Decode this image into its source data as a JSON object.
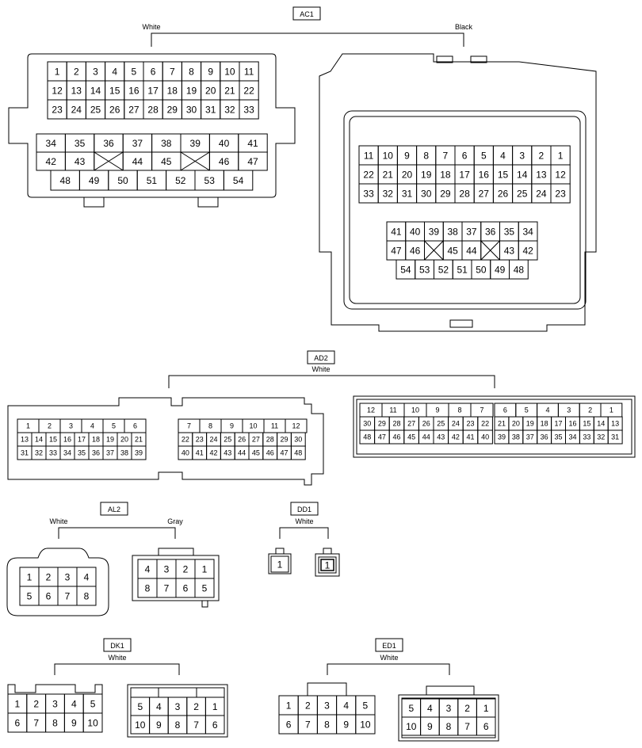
{
  "groups": {
    "ac1": {
      "title": "AC1",
      "left_color": "White",
      "right_color": "Black"
    },
    "ad2": {
      "title": "AD2",
      "color": "White"
    },
    "al2": {
      "title": "AL2",
      "left_color": "White",
      "right_color": "Gray"
    },
    "dd1": {
      "title": "DD1",
      "color": "White"
    },
    "dk1": {
      "title": "DK1",
      "color": "White"
    },
    "ed1": {
      "title": "ED1",
      "color": "White"
    }
  },
  "connectors": {
    "ac1_white": {
      "rows": [
        [
          "1",
          "2",
          "3",
          "4",
          "5",
          "6",
          "7",
          "8",
          "9",
          "10",
          "11"
        ],
        [
          "12",
          "13",
          "14",
          "15",
          "16",
          "17",
          "18",
          "19",
          "20",
          "21",
          "22"
        ],
        [
          "23",
          "24",
          "25",
          "26",
          "27",
          "28",
          "29",
          "30",
          "31",
          "32",
          "33"
        ],
        [
          "34",
          "35",
          "36",
          "37",
          "38",
          "39",
          "40",
          "41"
        ],
        [
          "42",
          "43",
          "X",
          "44",
          "45",
          "X",
          "46",
          "47"
        ],
        [
          "48",
          "49",
          "50",
          "51",
          "52",
          "53",
          "54"
        ]
      ]
    },
    "ac1_black": {
      "rows": [
        [
          "11",
          "10",
          "9",
          "8",
          "7",
          "6",
          "5",
          "4",
          "3",
          "2",
          "1"
        ],
        [
          "22",
          "21",
          "20",
          "19",
          "18",
          "17",
          "16",
          "15",
          "14",
          "13",
          "12"
        ],
        [
          "33",
          "32",
          "31",
          "30",
          "29",
          "28",
          "27",
          "26",
          "25",
          "24",
          "23"
        ],
        [
          "41",
          "40",
          "39",
          "38",
          "37",
          "36",
          "35",
          "34"
        ],
        [
          "47",
          "46",
          "X",
          "45",
          "44",
          "X",
          "43",
          "42"
        ],
        [
          "54",
          "53",
          "52",
          "51",
          "50",
          "49",
          "48"
        ]
      ]
    },
    "ad2_white_left": {
      "rows": [
        [
          "1",
          "2",
          "3",
          "4",
          "5",
          "6"
        ],
        [
          "13",
          "14",
          "15",
          "16",
          "17",
          "18",
          "19",
          "20",
          "21"
        ],
        [
          "31",
          "32",
          "33",
          "34",
          "35",
          "36",
          "37",
          "38",
          "39"
        ]
      ]
    },
    "ad2_white_mid": {
      "rows": [
        [
          "7",
          "8",
          "9",
          "10",
          "11",
          "12"
        ],
        [
          "22",
          "23",
          "24",
          "25",
          "26",
          "27",
          "28",
          "29",
          "30"
        ],
        [
          "40",
          "41",
          "42",
          "43",
          "44",
          "45",
          "46",
          "47",
          "48"
        ]
      ]
    },
    "ad2_black_left": {
      "rows": [
        [
          "12",
          "11",
          "10",
          "9",
          "8",
          "7"
        ],
        [
          "30",
          "29",
          "28",
          "27",
          "26",
          "25",
          "24",
          "23",
          "22"
        ],
        [
          "48",
          "47",
          "46",
          "45",
          "44",
          "43",
          "42",
          "41",
          "40"
        ]
      ]
    },
    "ad2_black_right": {
      "rows": [
        [
          "6",
          "5",
          "4",
          "3",
          "2",
          "1"
        ],
        [
          "21",
          "20",
          "19",
          "18",
          "17",
          "16",
          "15",
          "14",
          "13"
        ],
        [
          "39",
          "38",
          "37",
          "36",
          "35",
          "34",
          "33",
          "32",
          "31"
        ]
      ]
    },
    "al2_white": {
      "rows": [
        [
          "1",
          "2",
          "3",
          "4"
        ],
        [
          "5",
          "6",
          "7",
          "8"
        ]
      ]
    },
    "al2_gray": {
      "rows": [
        [
          "4",
          "3",
          "2",
          "1"
        ],
        [
          "8",
          "7",
          "6",
          "5"
        ]
      ]
    },
    "dd1_a": {
      "rows": [
        [
          "1"
        ]
      ]
    },
    "dd1_b": {
      "rows": [
        [
          "1"
        ]
      ]
    },
    "dk1_a": {
      "rows": [
        [
          "1",
          "2",
          "3",
          "4",
          "5"
        ],
        [
          "6",
          "7",
          "8",
          "9",
          "10"
        ]
      ]
    },
    "dk1_b": {
      "rows": [
        [
          "5",
          "4",
          "3",
          "2",
          "1"
        ],
        [
          "10",
          "9",
          "8",
          "7",
          "6"
        ]
      ]
    },
    "ed1_a": {
      "rows": [
        [
          "1",
          "2",
          "3",
          "4",
          "5"
        ],
        [
          "6",
          "7",
          "8",
          "9",
          "10"
        ]
      ]
    },
    "ed1_b": {
      "rows": [
        [
          "5",
          "4",
          "3",
          "2",
          "1"
        ],
        [
          "10",
          "9",
          "8",
          "7",
          "6"
        ]
      ]
    }
  }
}
